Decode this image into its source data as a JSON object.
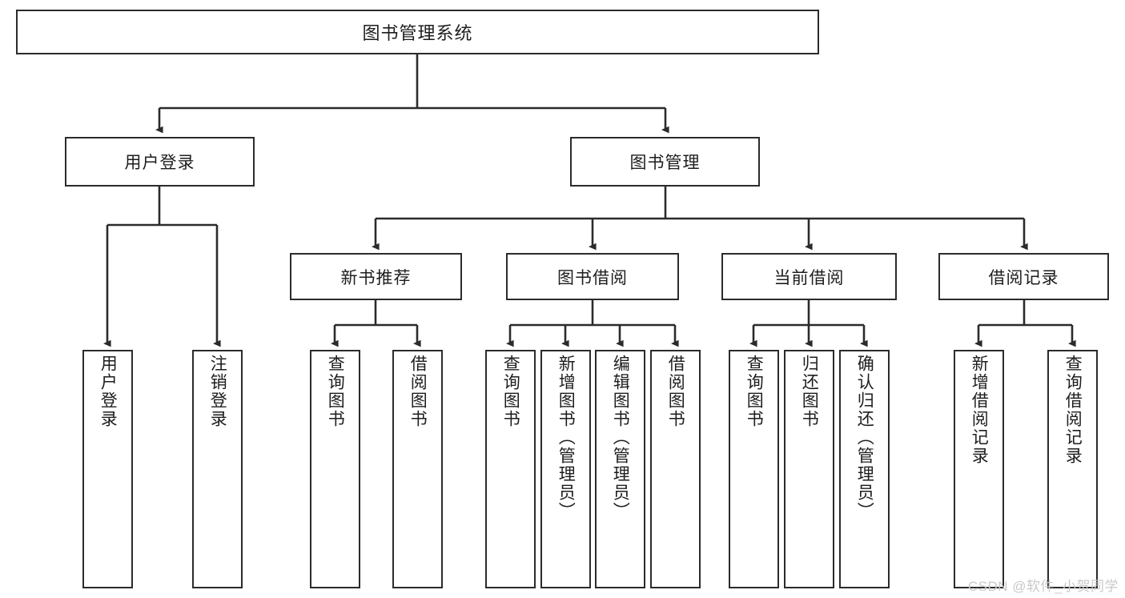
{
  "diagram": {
    "title": "图书管理系统",
    "type": "tree",
    "root": {
      "label": "图书管理系统"
    },
    "level2": [
      {
        "label": "用户登录"
      },
      {
        "label": "图书管理"
      }
    ],
    "level3": [
      {
        "label": "新书推荐"
      },
      {
        "label": "图书借阅"
      },
      {
        "label": "当前借阅"
      },
      {
        "label": "借阅记录"
      }
    ],
    "leaves": {
      "user_login": [
        {
          "label": "用户登录"
        },
        {
          "label": "注销登录"
        }
      ],
      "new_book": [
        {
          "label": "查询图书"
        },
        {
          "label": "借阅图书"
        }
      ],
      "book_borrow": [
        {
          "label": "查询图书"
        },
        {
          "label": "新增图书（管理员）"
        },
        {
          "label": "编辑图书（管理员）"
        },
        {
          "label": "借阅图书"
        }
      ],
      "current_borrow": [
        {
          "label": "查询图书"
        },
        {
          "label": "归还图书"
        },
        {
          "label": "确认归还（管理员）"
        }
      ],
      "borrow_record": [
        {
          "label": "新增借阅记录"
        },
        {
          "label": "查询借阅记录"
        }
      ]
    }
  },
  "watermark": {
    "text": "CSDN @软件_小贺同学"
  },
  "colors": {
    "stroke": "#2b2b2b",
    "fill": "#ffffff",
    "text": "#1d1d1d",
    "watermark": "#c9c9c9"
  }
}
